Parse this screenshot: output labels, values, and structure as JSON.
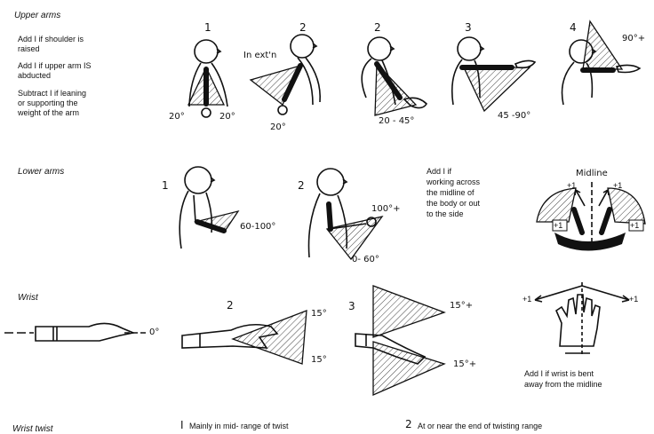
{
  "sections": {
    "upper_arms": {
      "title": "Upper arms",
      "notes": [
        "Add I if shoulder is",
        "raised",
        "Add I if upper arm IS",
        "abducted",
        "Subtract I if leaning",
        "or supporting the",
        "weight of the arm"
      ],
      "panels": [
        {
          "number": "1",
          "labels": [
            "20°",
            "20°"
          ]
        },
        {
          "number": "2",
          "labels": [
            "In ext'n",
            "20°"
          ]
        },
        {
          "number": "2",
          "labels": [
            "20 - 45°"
          ]
        },
        {
          "number": "3",
          "labels": [
            "45 -90°"
          ]
        },
        {
          "number": "4",
          "labels": [
            "90°+"
          ]
        }
      ]
    },
    "lower_arms": {
      "title": "Lower arms",
      "panels": [
        {
          "number": "1",
          "labels": [
            "60-100°"
          ]
        },
        {
          "number": "2",
          "labels": [
            "100°+",
            "0- 60°"
          ]
        }
      ],
      "note": [
        "Add I if",
        "working across",
        "the midline of",
        "the body or out",
        "to the side"
      ],
      "midline": {
        "title": "Midline",
        "signs": [
          "+1",
          "+1",
          "+1",
          "+1"
        ]
      }
    },
    "wrist": {
      "title": "Wrist",
      "panels": [
        {
          "number": "",
          "labels": [
            "0°"
          ]
        },
        {
          "number": "2",
          "labels": [
            "15°",
            "15°"
          ]
        },
        {
          "number": "3",
          "labels": [
            "15°+",
            "15°+"
          ]
        }
      ],
      "deviation": {
        "signs": [
          "+1",
          "+1"
        ],
        "note": [
          "Add I if wrist is bent",
          "away from the midline"
        ]
      }
    },
    "wrist_twist": {
      "title": "Wrist twist",
      "option1": {
        "number": "I",
        "text": "Mainly in mid- range of twist"
      },
      "option2": {
        "number": "2",
        "text": "At or near the end of twisting range"
      }
    }
  }
}
